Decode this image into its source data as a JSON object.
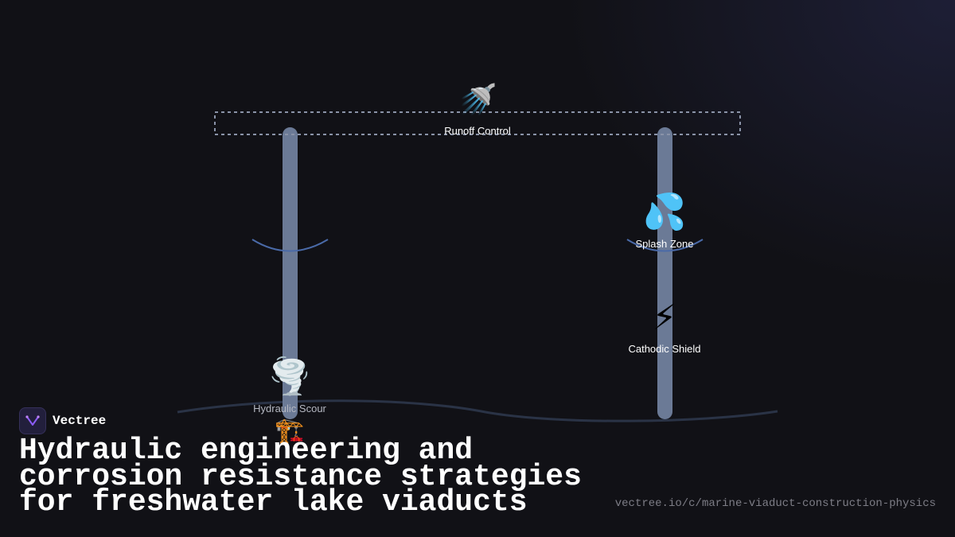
{
  "diagram": {
    "components": [
      {
        "id": "runoff-control",
        "icon": "shower-icon",
        "glyph": "🚿",
        "label": "Runoff Control"
      },
      {
        "id": "splash-zone",
        "icon": "water-droplets-icon",
        "glyph": "💦",
        "label": "Splash Zone"
      },
      {
        "id": "cathodic-shield",
        "icon": "lightning-icon",
        "glyph": "⚡",
        "label": "Cathodic Shield"
      },
      {
        "id": "hydraulic-scour",
        "icon": "tornado-icon",
        "glyph": "🌪️",
        "label": "Hydraulic Scour"
      },
      {
        "id": "construction",
        "icon": "construction-crane-icon",
        "glyph": "🏗️",
        "label": ""
      }
    ]
  },
  "brand": {
    "name": "Vectree",
    "logo_icon": "vectree-logo-icon"
  },
  "headline": "Hydraulic engineering and corrosion resistance strategies for freshwater lake viaducts",
  "url": "vectree.io/c/marine-viaduct-construction-physics",
  "colors": {
    "background": "#111116",
    "pillar": "#6b7a96",
    "deck_outline": "#8a93a8",
    "riverbed": "#2a3346",
    "arc": "#4a6aa8",
    "brand_bg": "#221f3c"
  }
}
